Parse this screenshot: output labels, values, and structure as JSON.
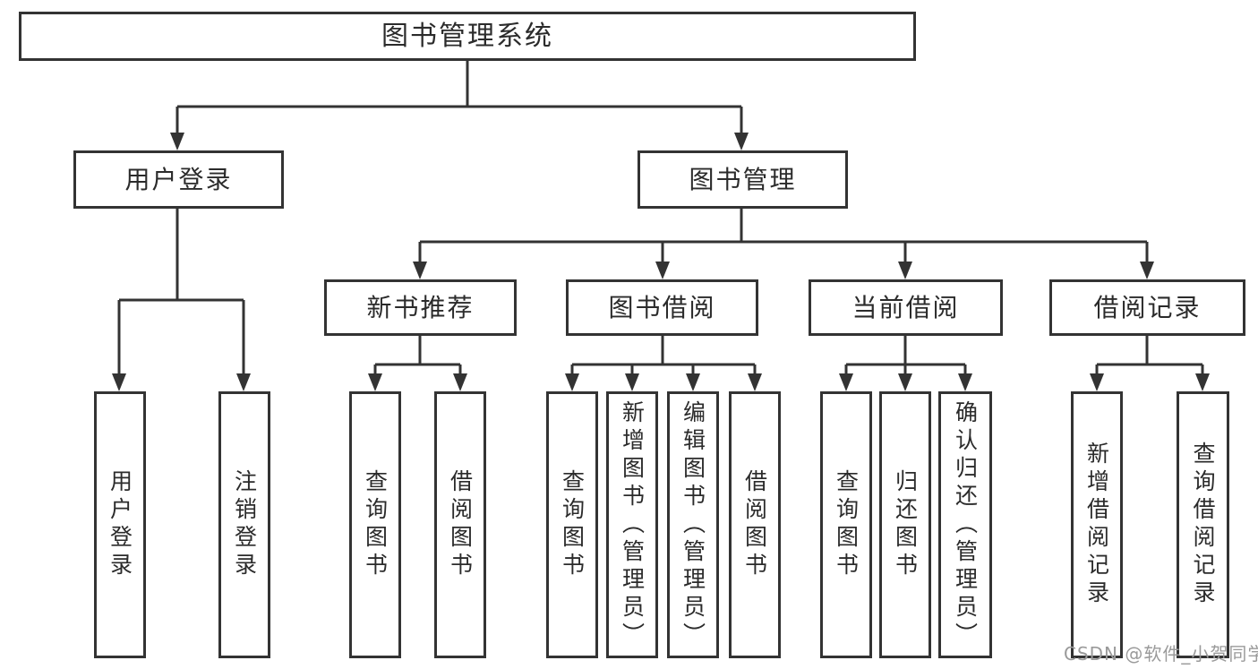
{
  "tree": {
    "root": {
      "label": "图书管理系统"
    },
    "branches": [
      {
        "label": "用户登录",
        "children": [
          {
            "label": "用户登录"
          },
          {
            "label": "注销登录"
          }
        ]
      },
      {
        "label": "图书管理",
        "children": [
          {
            "label": "新书推荐",
            "children": [
              {
                "label": "查询图书"
              },
              {
                "label": "借阅图书"
              }
            ]
          },
          {
            "label": "图书借阅",
            "children": [
              {
                "label": "查询图书"
              },
              {
                "label": "新增图书（管理员）"
              },
              {
                "label": "编辑图书（管理员）"
              },
              {
                "label": "借阅图书"
              }
            ]
          },
          {
            "label": "当前借阅",
            "children": [
              {
                "label": "查询图书"
              },
              {
                "label": "归还图书"
              },
              {
                "label": "确认归还（管理员）"
              }
            ]
          },
          {
            "label": "借阅记录",
            "children": [
              {
                "label": "新增借阅记录"
              },
              {
                "label": "查询借阅记录"
              }
            ]
          }
        ]
      }
    ]
  },
  "watermark": {
    "text": "CSDN @软件_小贺同学",
    "color": "#9a9a9a"
  },
  "colors": {
    "line": "#333333",
    "border": "#333333",
    "text": "#2b2b2b",
    "background": "#ffffff"
  }
}
